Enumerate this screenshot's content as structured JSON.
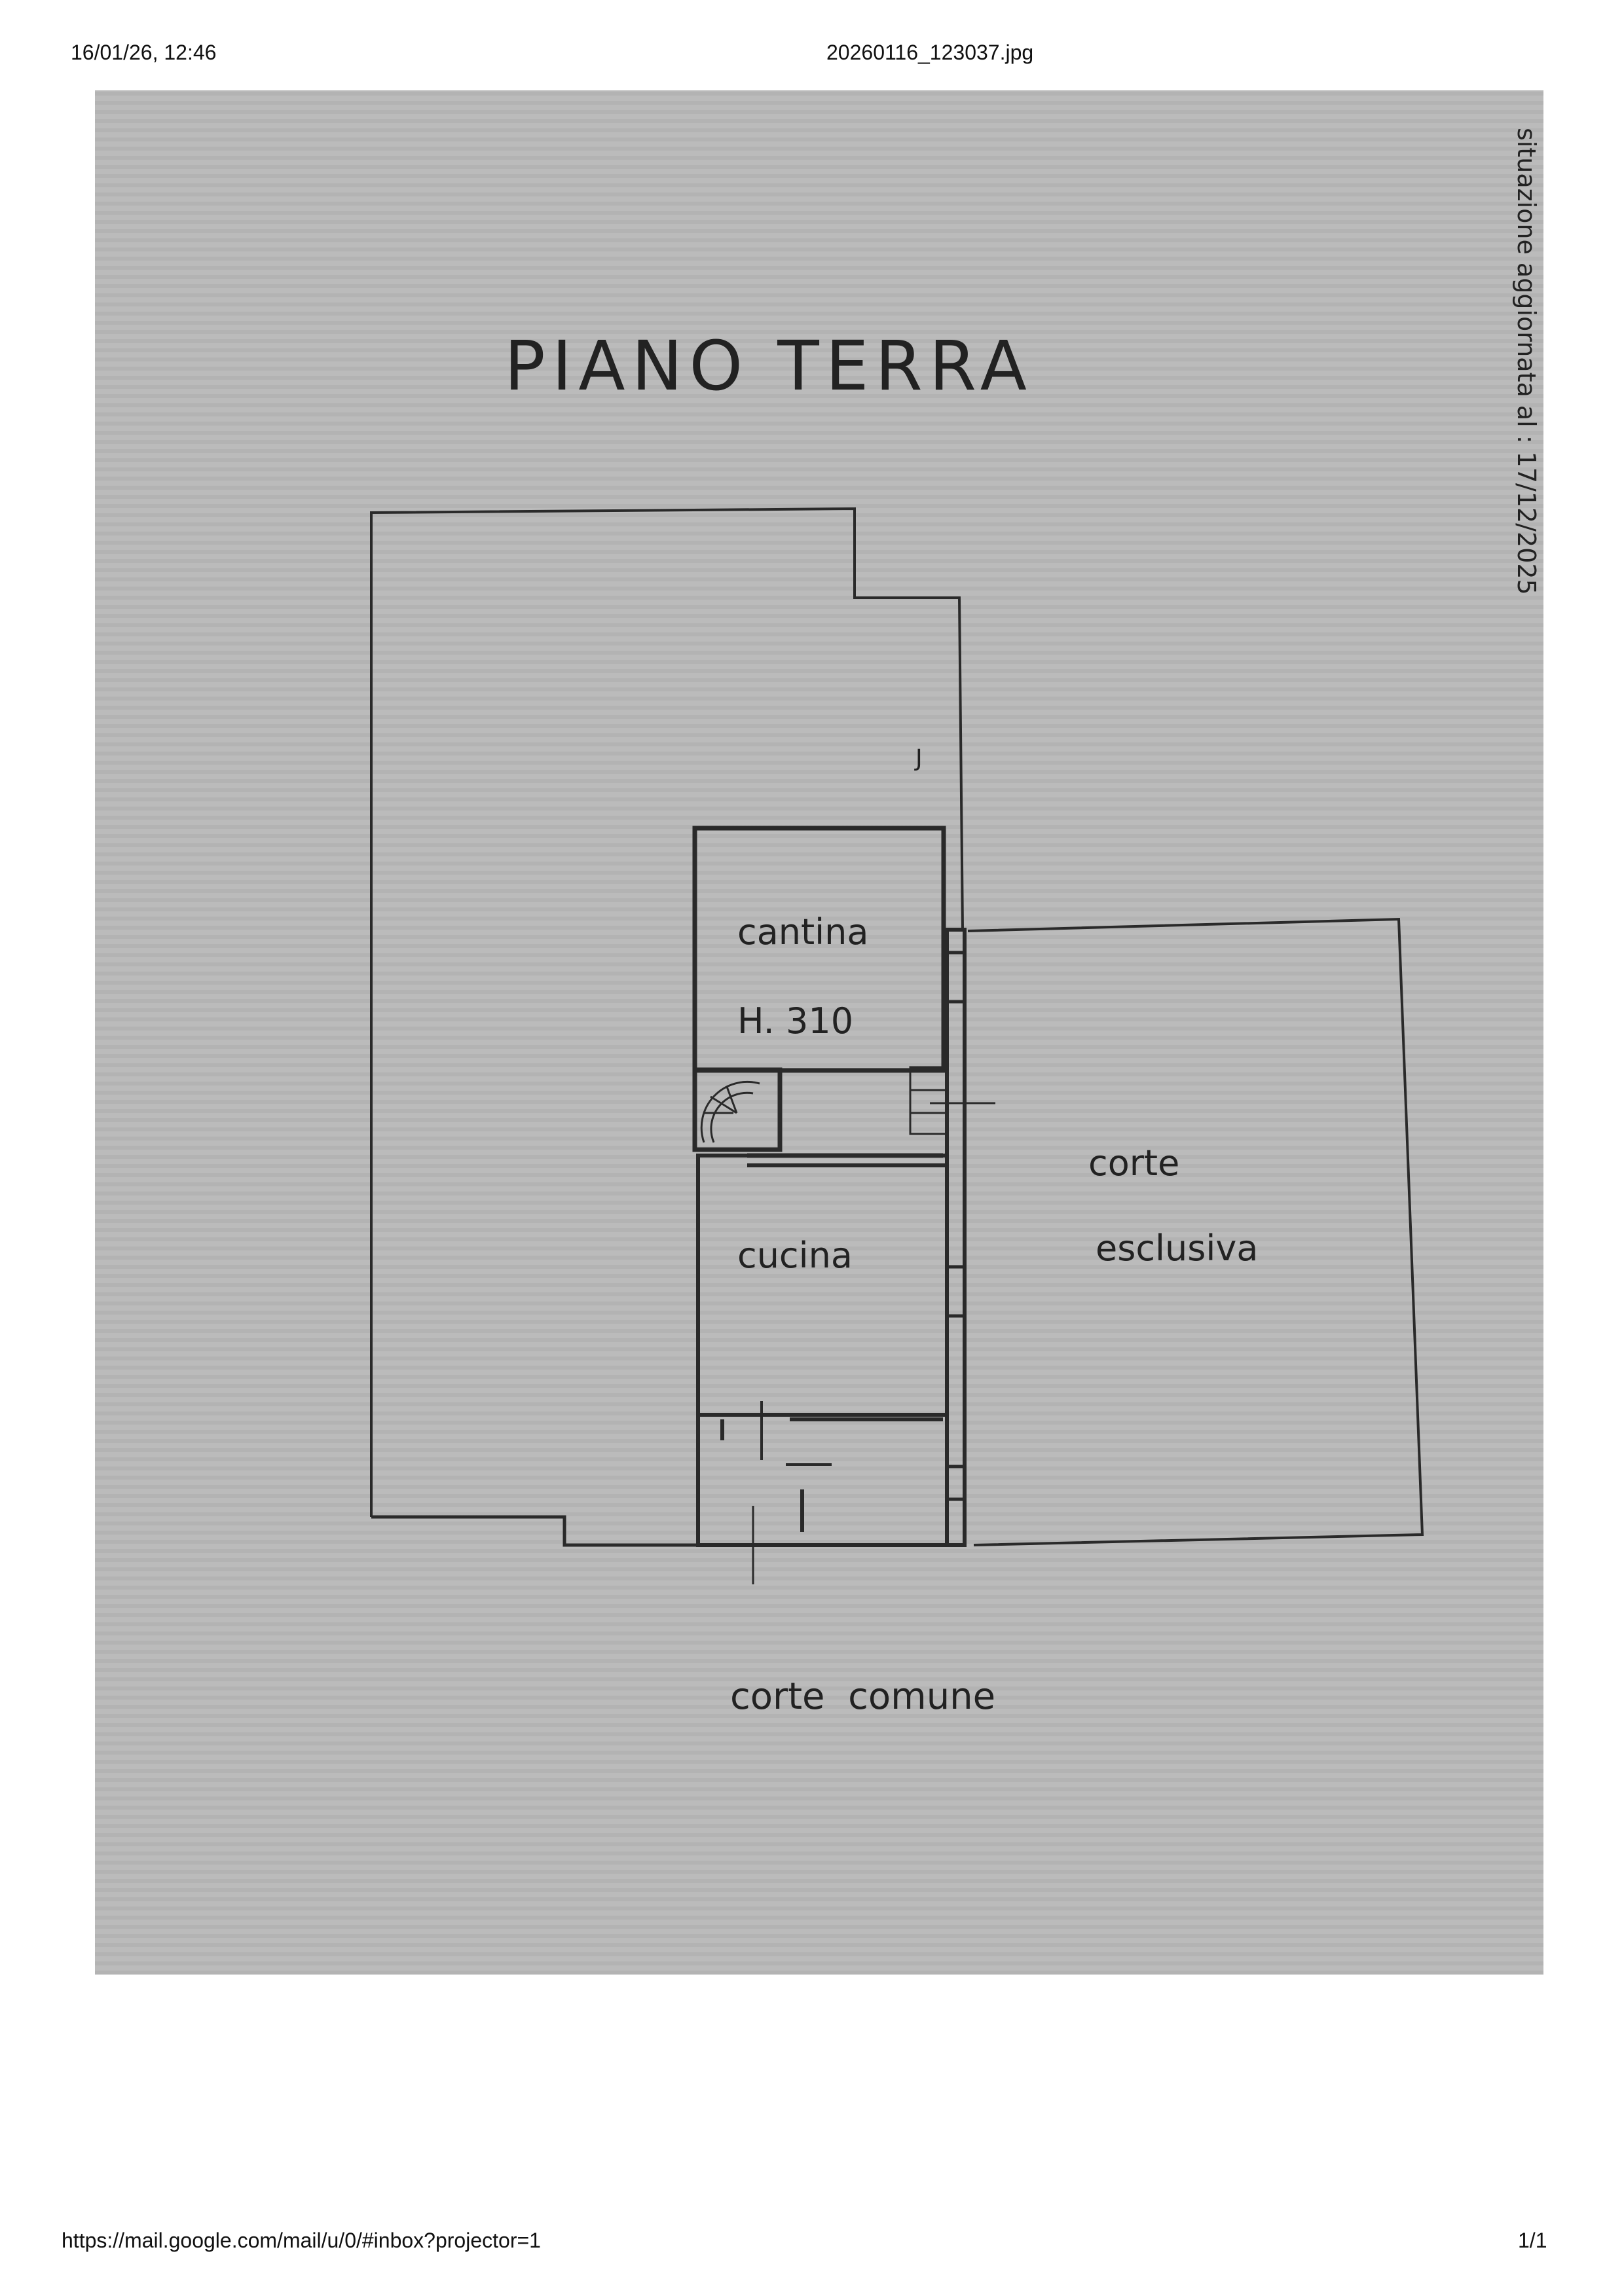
{
  "print_header": {
    "datetime": "16/01/26, 12:46",
    "filename": "20260116_123037.jpg"
  },
  "print_footer": {
    "url": "https://mail.google.com/mail/u/0/#inbox?projector=1",
    "page": "1/1"
  },
  "plan": {
    "title": "PIANO TERRA",
    "side_note": "situazione aggiornata al : 17/12/2025",
    "rooms": {
      "cantina": "cantina",
      "height": "H. 310",
      "cucina": "cucina"
    },
    "areas": {
      "corte_esclusiva_1": "corte",
      "corte_esclusiva_2": "esclusiva",
      "corte_comune": "corte  comune"
    }
  }
}
